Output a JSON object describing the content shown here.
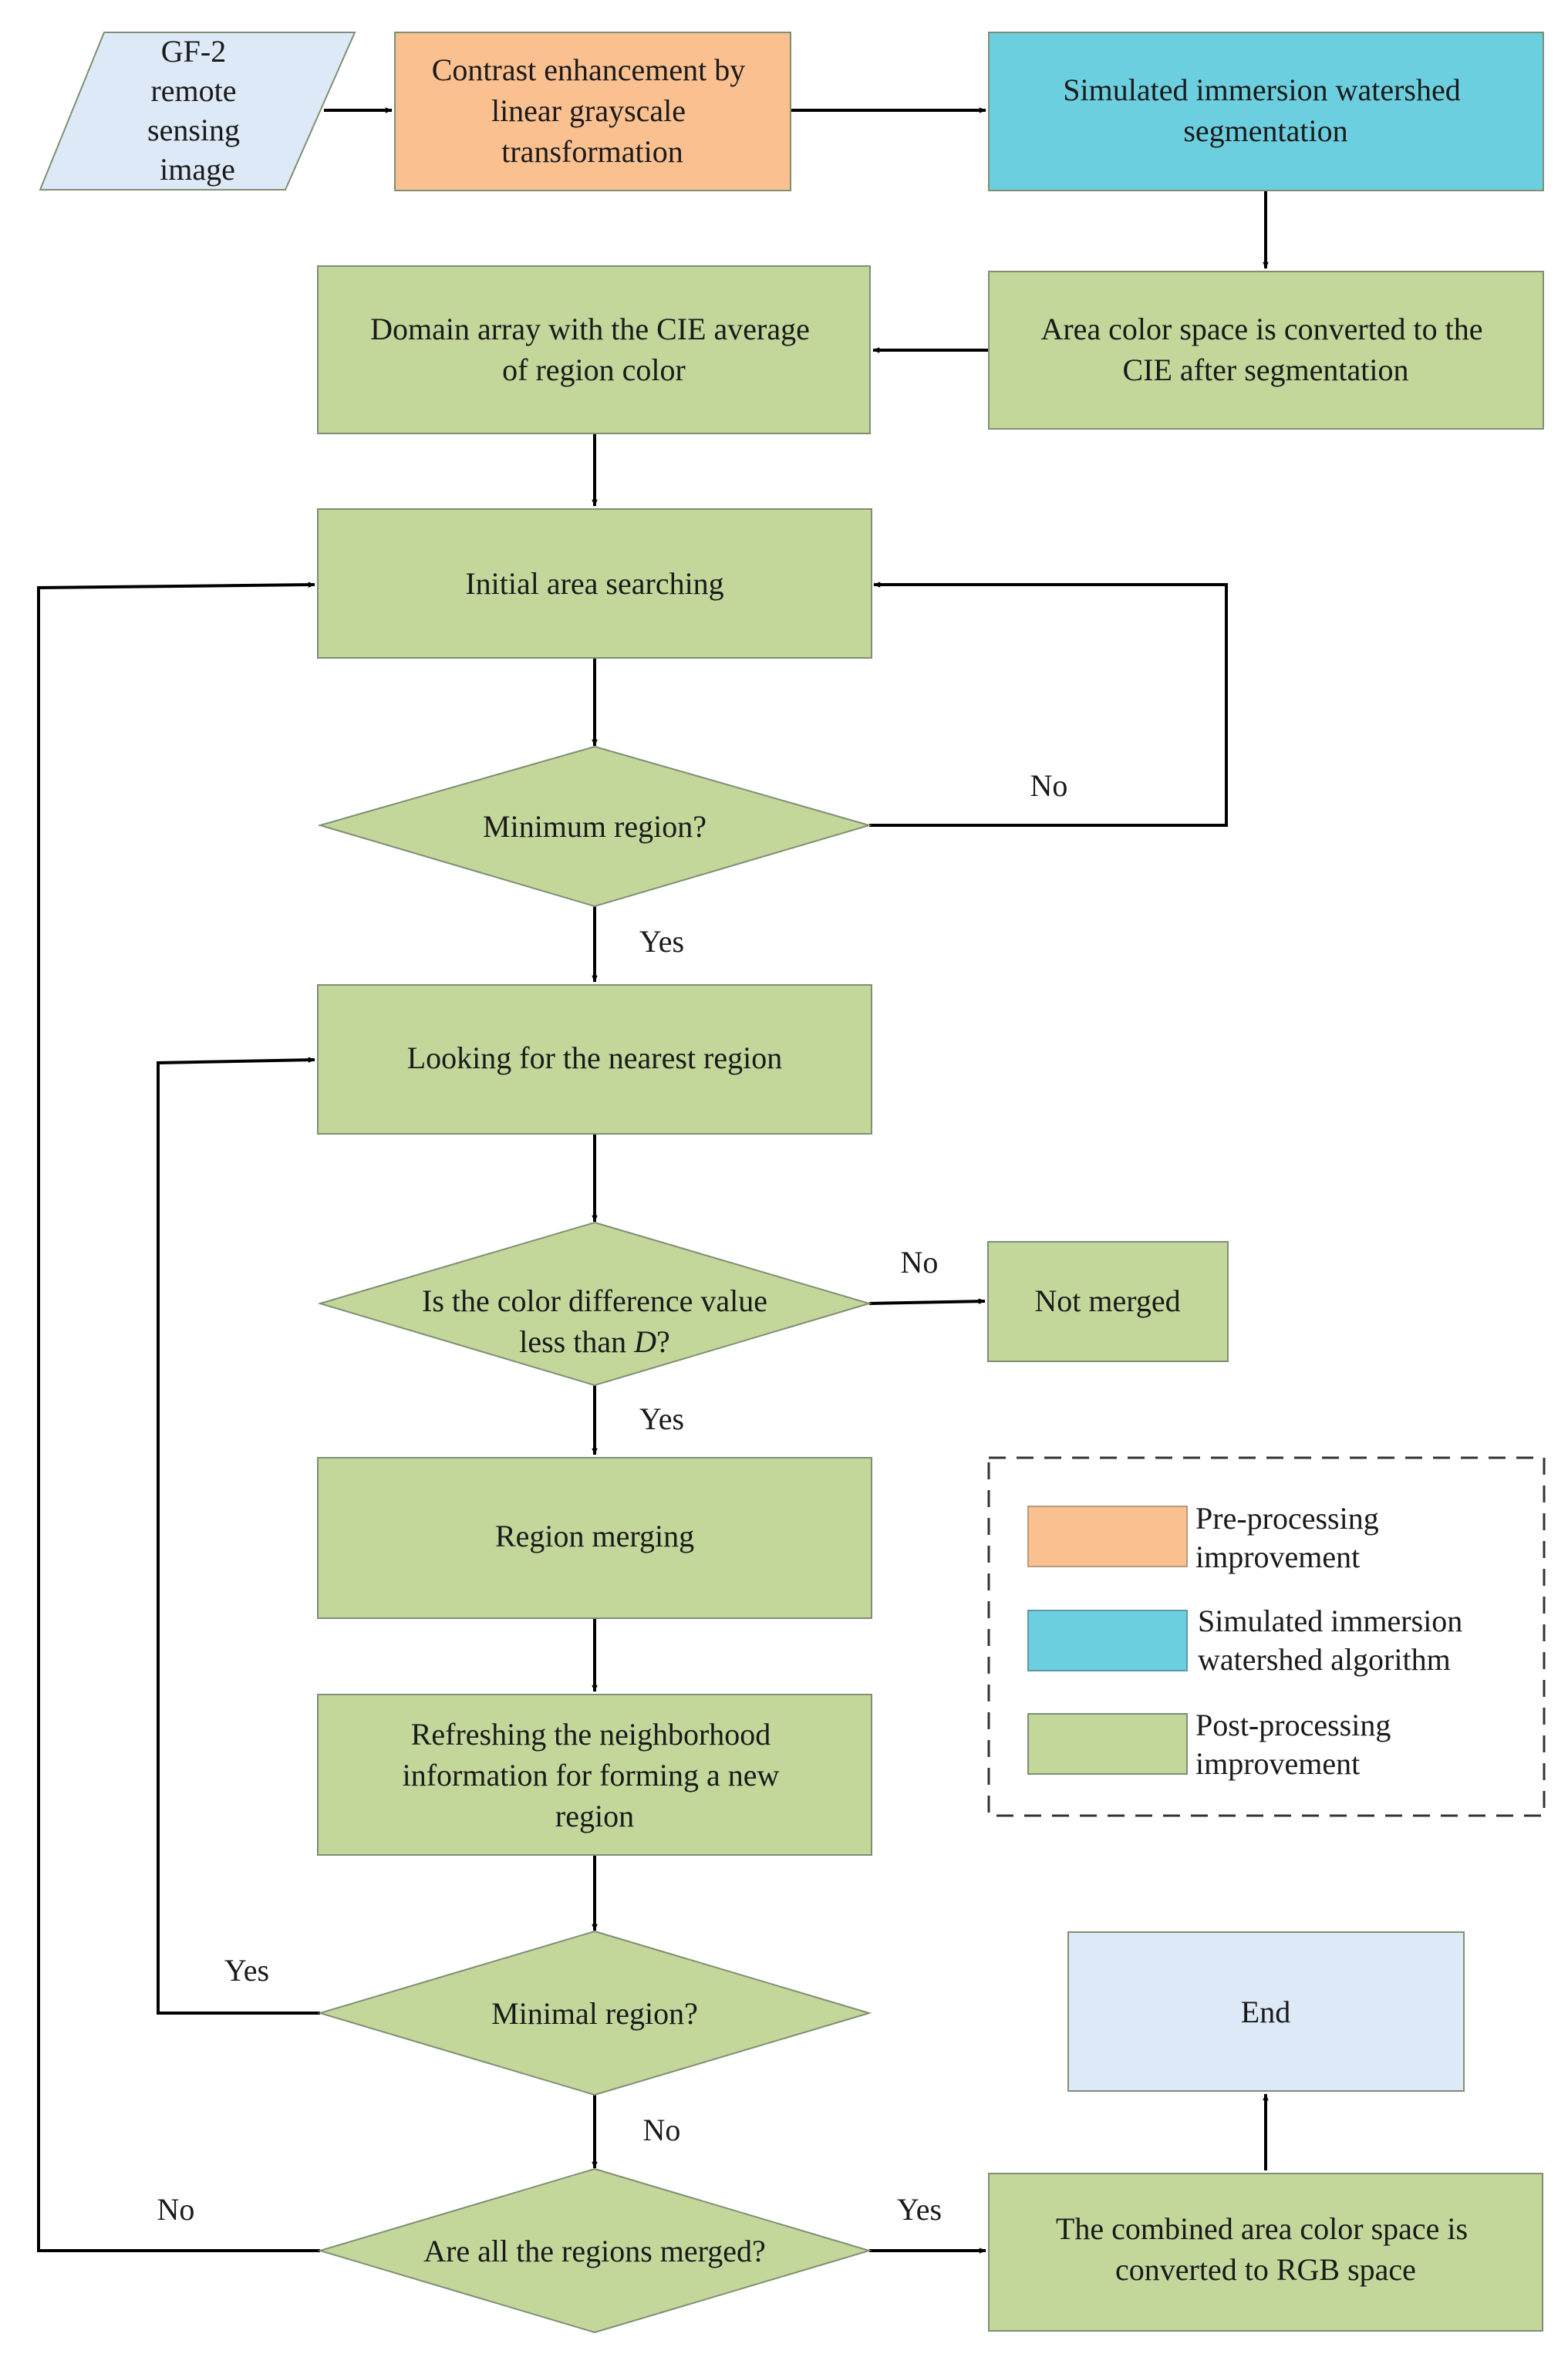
{
  "colors": {
    "pre_processing": "#fac090",
    "watershed": "#6ccfdf",
    "post_processing": "#c3d79b",
    "terminal": "#dde9f6",
    "input": "#dde9f6",
    "arrow": "#000000"
  },
  "nodes": {
    "input": {
      "lines": [
        "GF-2",
        "remote",
        "sensing",
        "image"
      ]
    },
    "contrast": {
      "lines": [
        "Contrast enhancement by",
        "linear grayscale",
        "transformation"
      ]
    },
    "watershed": {
      "lines": [
        "Simulated immersion watershed",
        "segmentation"
      ]
    },
    "cie_convert": {
      "lines": [
        "Area color space is converted to the",
        "CIE after segmentation"
      ]
    },
    "domain_array": {
      "lines": [
        "Domain array with the CIE average",
        "of region color"
      ]
    },
    "initial_search": {
      "lines": [
        "Initial area searching"
      ]
    },
    "minimum_region": {
      "lines": [
        "Minimum region?"
      ]
    },
    "nearest_region": {
      "lines": [
        "Looking for the nearest region"
      ]
    },
    "color_diff": {
      "lines": [
        "Is the color difference value"
      ],
      "line2_prefix": "less than ",
      "line2_var": "D",
      "line2_suffix": "?"
    },
    "not_merged": {
      "lines": [
        "Not merged"
      ]
    },
    "region_merging": {
      "lines": [
        "Region merging"
      ]
    },
    "refresh": {
      "lines": [
        "Refreshing the neighborhood",
        "information for forming a new",
        "region"
      ]
    },
    "minimal_region": {
      "lines": [
        "Minimal region?"
      ]
    },
    "all_merged": {
      "lines": [
        "Are all the regions merged?"
      ]
    },
    "rgb_convert": {
      "lines": [
        "The combined area color space is",
        "converted to RGB space"
      ]
    },
    "end": {
      "lines": [
        "End"
      ]
    }
  },
  "edge_labels": {
    "minimum_no": "No",
    "minimum_yes": "Yes",
    "color_diff_no": "No",
    "color_diff_yes": "Yes",
    "minimal_yes": "Yes",
    "minimal_no": "No",
    "all_merged_no": "No",
    "all_merged_yes": "Yes"
  },
  "legend": [
    {
      "key": "pre_processing",
      "lines": [
        "Pre-processing",
        "improvement"
      ]
    },
    {
      "key": "watershed",
      "lines": [
        "Simulated immersion",
        "watershed algorithm"
      ]
    },
    {
      "key": "post_processing",
      "lines": [
        "Post-processing",
        "improvement"
      ]
    }
  ]
}
